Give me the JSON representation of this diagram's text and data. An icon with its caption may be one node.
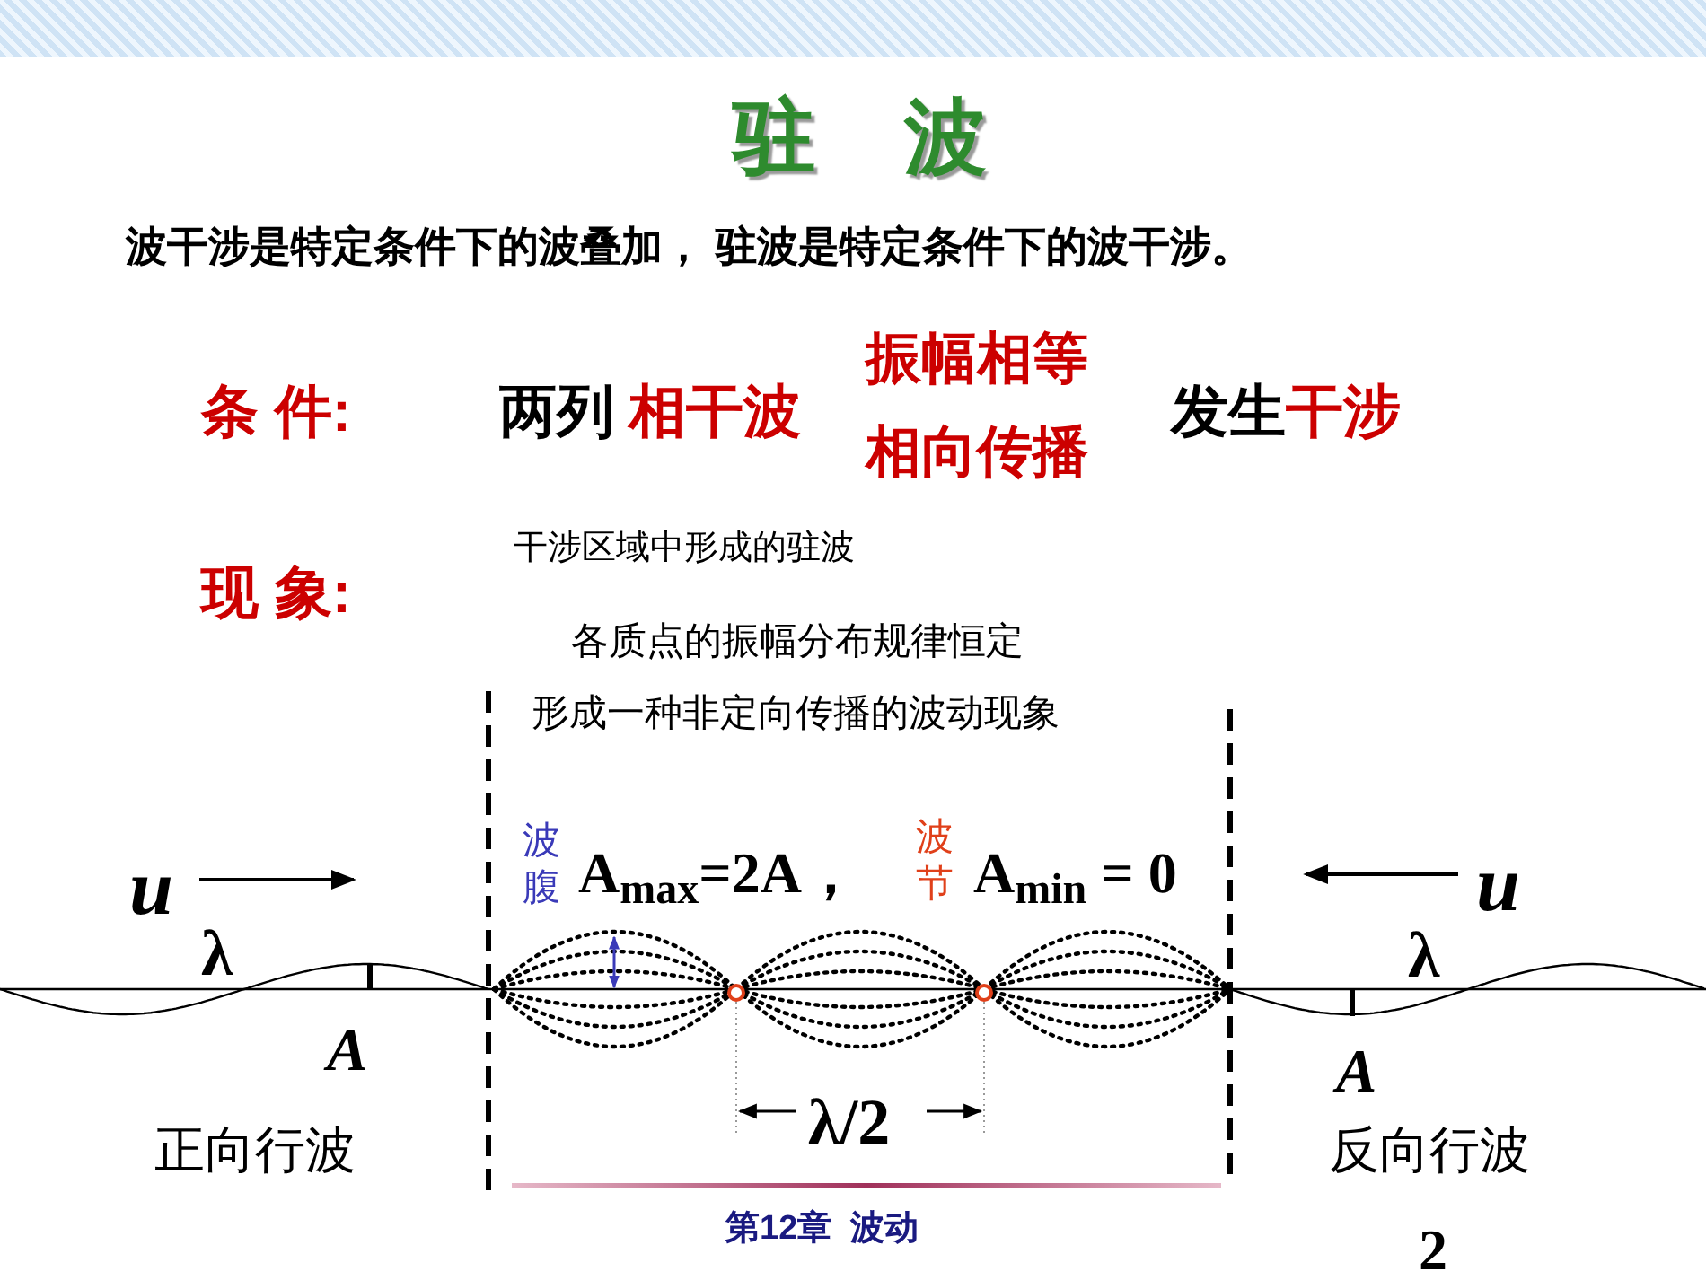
{
  "diagram": {
    "title": "驻 波",
    "labels": [
      "波干涉是特定条件下的波叠加， 驻波是特定条件下的波干涉。",
      "条 件:",
      "两列",
      "相干波",
      "振幅相等",
      "相向传播",
      "发生",
      "干涉",
      "现 象:",
      "干涉区域中形成的驻波",
      "各质点的振幅分布规律恒定",
      "形成一种非定向传播的波动现象",
      "u",
      "波腹",
      "A$_{max}$=2A，",
      "波节",
      "A$_{min}$ = 0",
      "u",
      "λ",
      "λ",
      "A",
      "A",
      "λ/2",
      "正向行波",
      "反向行波",
      "第12章  波动",
      "2"
    ]
  }
}
